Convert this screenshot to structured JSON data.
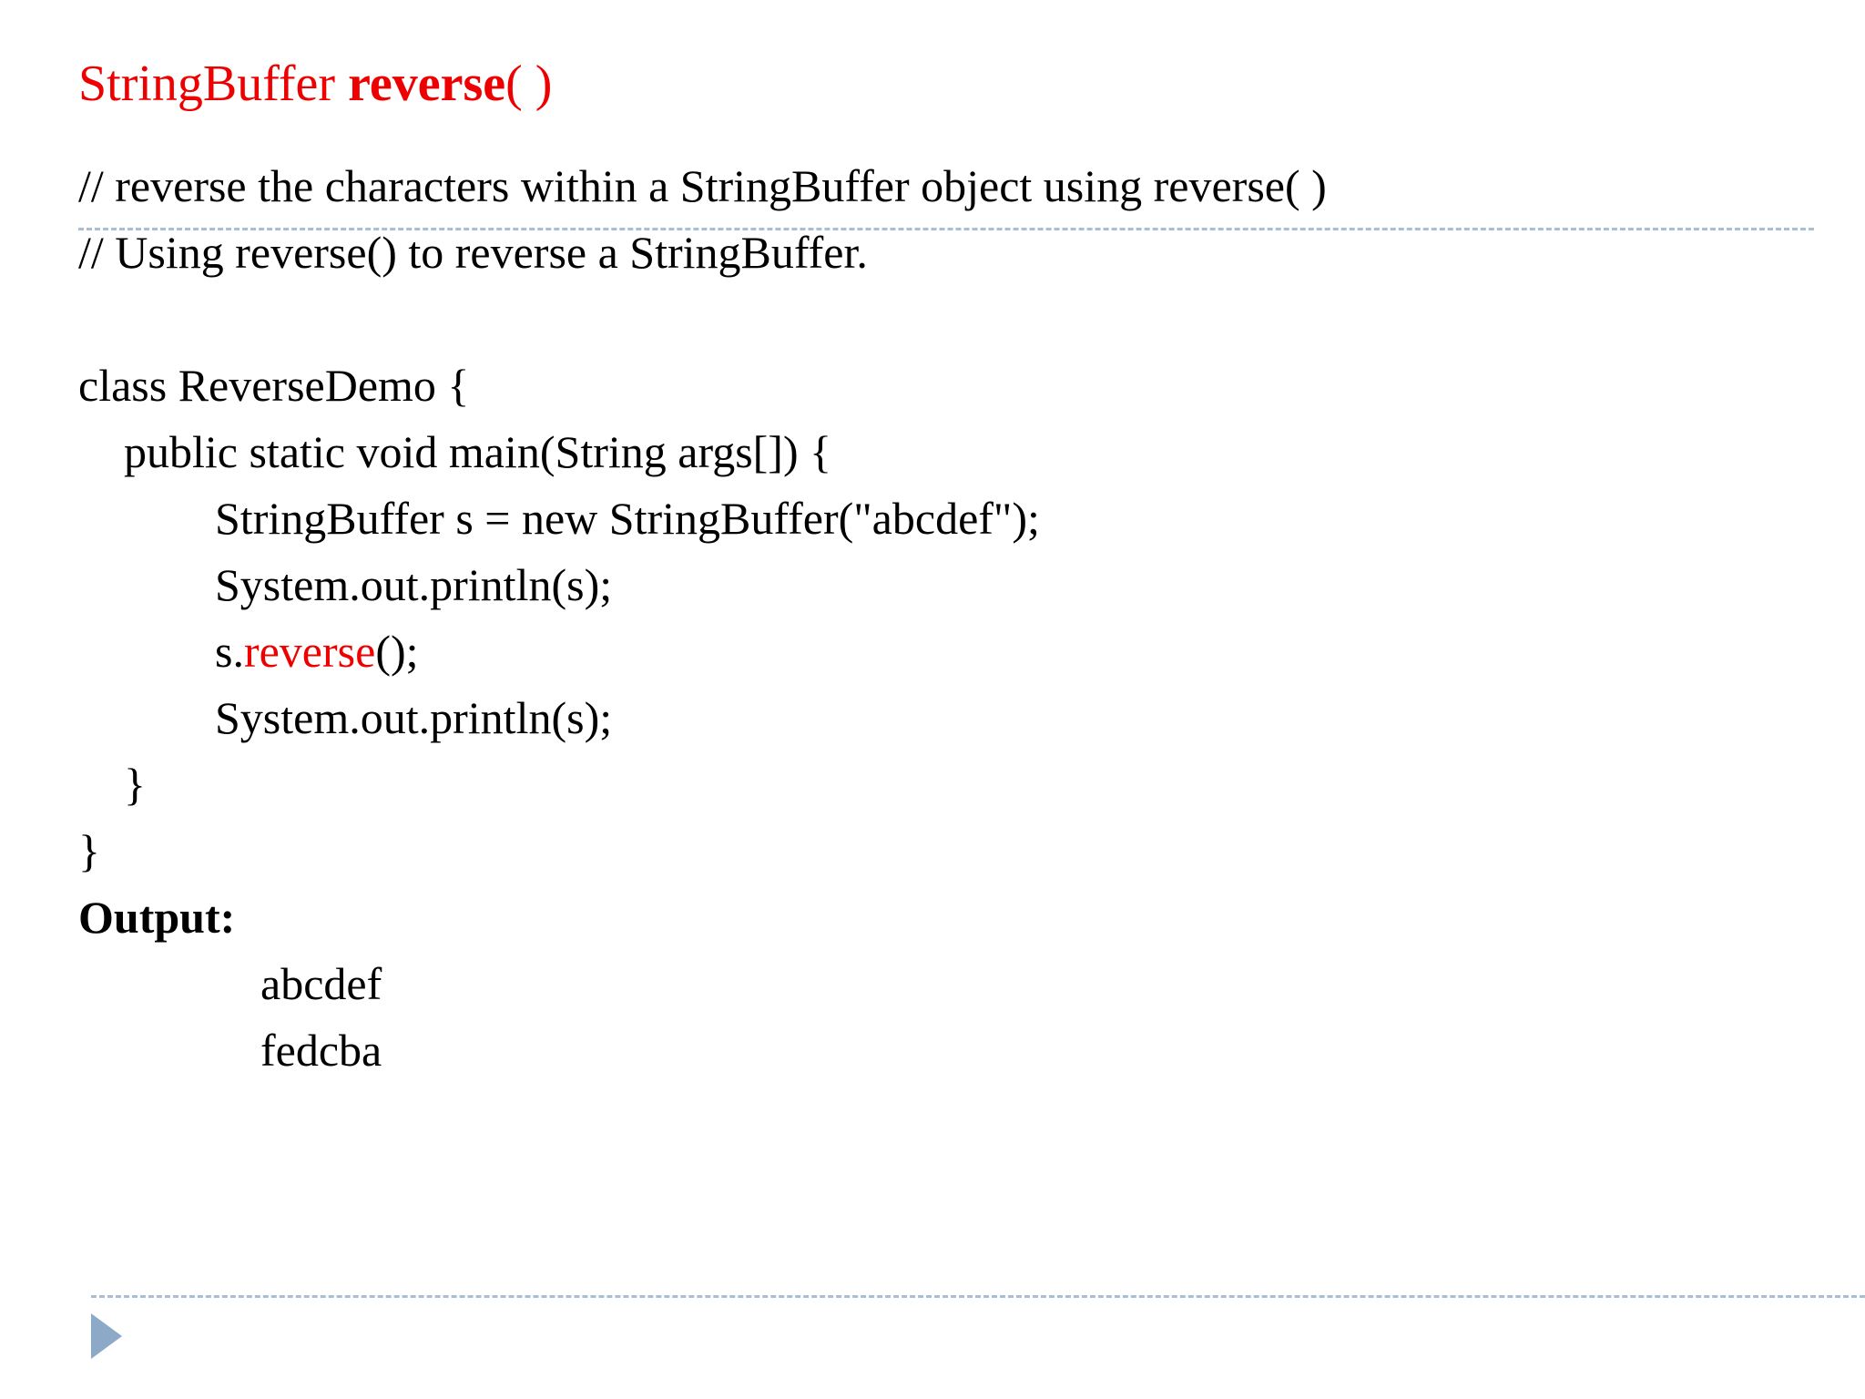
{
  "slide": {
    "title": {
      "prefix": "StringBuffer ",
      "emphasis": "reverse",
      "suffix": "( )",
      "color": "#ee0000"
    },
    "comments": [
      "// reverse the characters within a StringBuffer object using reverse( )",
      "// Using reverse() to reverse a StringBuffer."
    ],
    "code_lines": [
      {
        "text": "class ReverseDemo {"
      },
      {
        "text": "    public static void main(String args[]) {"
      },
      {
        "text": "            StringBuffer s = new StringBuffer(\"abcdef\");"
      },
      {
        "text": "            System.out.println(s);"
      },
      {
        "text": "            s.",
        "highlight": "reverse",
        "tail": "();"
      },
      {
        "text": "            System.out.println(s);"
      },
      {
        "text": "    }"
      },
      {
        "text": "}"
      }
    ],
    "output_label": "Output:",
    "output_lines": [
      "                abcdef",
      "                fedcba"
    ],
    "colors": {
      "accent": "#ee0000",
      "text": "#000000",
      "background": "#ffffff",
      "rule": "#a9bdd3",
      "arrow": "#8caac7"
    },
    "icons": {
      "arrow_bullet": "play-triangle-icon"
    }
  }
}
